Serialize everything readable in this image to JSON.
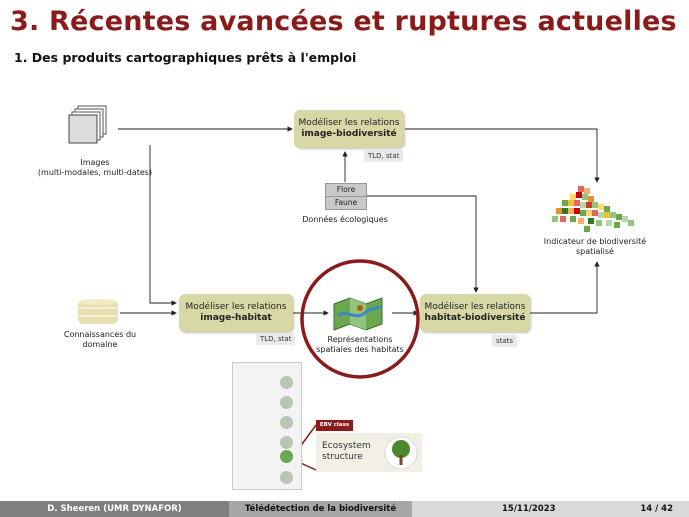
{
  "slide": {
    "title": "3. Récentes avancées et ruptures actuelles",
    "subtitle": "1. Des produits cartographiques prêts à l'emploi"
  },
  "diagram": {
    "images_label": "Images\n(multi-modales, multi-dates)",
    "knowledge_label": "Connaissances du\ndomaine",
    "box_image_bio": {
      "line1": "Modéliser les relations",
      "line2": "image-biodiversité"
    },
    "box_image_hab": {
      "line1": "Modéliser les relations",
      "line2": "image-habitat"
    },
    "box_hab_bio": {
      "line1": "Modéliser les relations",
      "line2": "habitat-biodiversité"
    },
    "tag_image_bio": "TLD, stat",
    "tag_image_hab": "TLD, stat",
    "tag_hab_bio": "stats",
    "eco_flore": "Flore",
    "eco_faune": "Faune",
    "eco_label": "Données écologiques",
    "habitat_repr_label": "Représentations\nspatiales des habitats",
    "indicator_label": "Indicateur de biodiversité\nspatialisé",
    "ebv_class_label": "EBV class",
    "ecosystem_label": "Ecosystem\nstructure",
    "highlight_color": "#8b1a1a",
    "box_color": "#d8d7a6"
  },
  "footer": {
    "author": "D. Sheeren  (UMR DYNAFOR)",
    "course": "Télédétection de la biodiversité",
    "date": "15/11/2023",
    "page": "14 / 42"
  }
}
